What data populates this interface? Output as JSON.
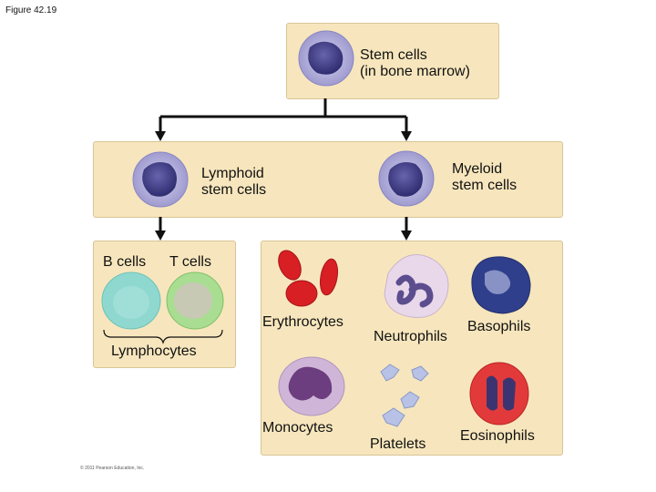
{
  "figure_label": "Figure 42.19",
  "nodes": {
    "stem": {
      "line1": "Stem cells",
      "line2": "(in bone marrow)"
    },
    "lymphoid": {
      "line1": "Lymphoid",
      "line2": "stem cells"
    },
    "myeloid": {
      "line1": "Myeloid",
      "line2": "stem cells"
    },
    "b_cells": "B cells",
    "t_cells": "T cells",
    "lymphocytes": "Lymphocytes",
    "erythrocytes": "Erythrocytes",
    "neutrophils": "Neutrophils",
    "basophils": "Basophils",
    "monocytes": "Monocytes",
    "platelets": "Platelets",
    "eosinophils": "Eosinophils"
  },
  "copyright": "© 2011 Pearson Education, Inc.",
  "colors": {
    "panel": "#f7e6bd",
    "stem_nucleus": "#3f3d86",
    "stem_cyto": "#a7a4d2",
    "b_cell": "#8fd8cf",
    "t_cell": "#a9dd92",
    "erythrocyte": "#d71f24",
    "neutrophil": "#e9d8ea",
    "basophil": "#2f3f8c",
    "monocyte": "#6c3d7f",
    "eosinophil": "#e23a3a"
  }
}
